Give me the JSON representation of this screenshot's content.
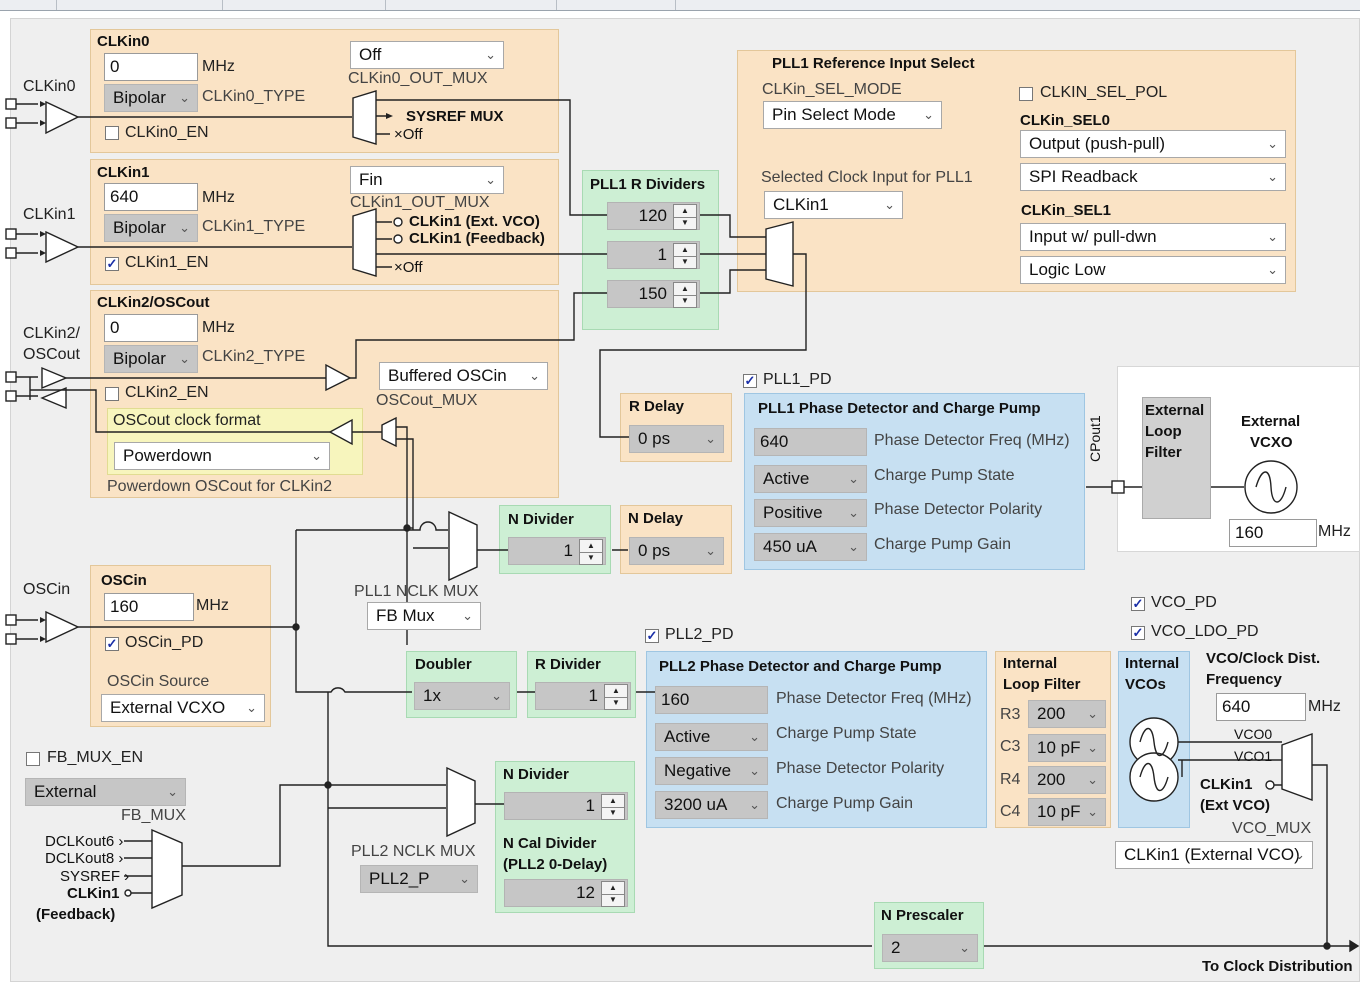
{
  "clkin0": {
    "title": "CLKin0",
    "side": "CLKin0",
    "freq": "0",
    "unit": "MHz",
    "type_sel": "Bipolar",
    "type_lbl": "CLKin0_TYPE",
    "en": "CLKin0_EN",
    "mux_sel": "Off",
    "mux_lbl": "CLKin0_OUT_MUX",
    "out1": "SYSREF MUX",
    "out2": "Off"
  },
  "clkin1": {
    "title": "CLKin1",
    "side": "CLKin1",
    "freq": "640",
    "unit": "MHz",
    "type_sel": "Bipolar",
    "type_lbl": "CLKin1_TYPE",
    "en": "CLKin1_EN",
    "mux_sel": "Fin",
    "mux_lbl": "CLKin1_OUT_MUX",
    "out1": "CLKin1 (Ext. VCO)",
    "out2": "CLKin1 (Feedback)",
    "out3": "Off"
  },
  "clkin2": {
    "title": "CLKin2/OSCout",
    "side1": "CLKin2/",
    "side2": "OSCout",
    "freq": "0",
    "unit": "MHz",
    "type_sel": "Bipolar",
    "type_lbl": "CLKin2_TYPE",
    "en": "CLKin2_EN",
    "mux_sel": "Buffered OSCin",
    "mux_lbl": "OSCout_MUX",
    "fmt_title": "OSCout clock format",
    "fmt_sel": "Powerdown",
    "note": "Powerdown OSCout for CLKin2"
  },
  "pll1_r": {
    "title": "PLL1 R Dividers",
    "v0": "120",
    "v1": "1",
    "v2": "150"
  },
  "ref_sel": {
    "title": "PLL1 Reference Input Select",
    "mode_lbl": "CLKin_SEL_MODE",
    "mode": "Pin Select Mode",
    "pol": "CLKIN_SEL_POL",
    "sel0_lbl": "CLKin_SEL0",
    "sel0_a": "Output (push-pull)",
    "sel0_b": "SPI Readback",
    "sel1_lbl": "CLKin_SEL1",
    "sel1_a": "Input w/ pull-dwn",
    "sel1_b": "Logic Low",
    "sci_lbl": "Selected Clock Input for PLL1",
    "sci": "CLKin1"
  },
  "pll1_pd": "PLL1_PD",
  "r_delay": {
    "title": "R Delay",
    "val": "0 ps"
  },
  "pll1_cp": {
    "title": "PLL1 Phase Detector and Charge Pump",
    "pdf": "640",
    "pdf_lbl": "Phase Detector Freq (MHz)",
    "state": "Active",
    "state_lbl": "Charge Pump State",
    "pol": "Positive",
    "pol_lbl": "Phase Detector Polarity",
    "gain": "450 uA",
    "gain_lbl": "Charge Pump Gain"
  },
  "cpout": "CPout1",
  "ext": {
    "lf1": "External",
    "lf2": "Loop",
    "lf3": "Filter",
    "vcxo1": "External",
    "vcxo2": "VCXO",
    "freq": "160",
    "unit": "MHz"
  },
  "n_div1": {
    "title": "N Divider",
    "val": "1"
  },
  "n_delay": {
    "title": "N Delay",
    "val": "0 ps"
  },
  "nclk1": {
    "lbl": "PLL1 NCLK MUX",
    "sel": "FB Mux"
  },
  "oscin": {
    "side": "OSCin",
    "title": "OSCin",
    "freq": "160",
    "unit": "MHz",
    "pd": "OSCin_PD",
    "src_lbl": "OSCin Source",
    "src": "External VCXO"
  },
  "pll2_pd": "PLL2_PD",
  "doubler": {
    "title": "Doubler",
    "val": "1x"
  },
  "r_div2": {
    "title": "R Divider",
    "val": "1"
  },
  "pll2_cp": {
    "title": "PLL2 Phase Detector and Charge Pump",
    "pdf": "160",
    "pdf_lbl": "Phase Detector Freq (MHz)",
    "state": "Active",
    "state_lbl": "Charge Pump State",
    "pol": "Negative",
    "pol_lbl": "Phase Detector Polarity",
    "gain": "3200 uA",
    "gain_lbl": "Charge Pump Gain"
  },
  "ilf": {
    "t1": "Internal",
    "t2": "Loop Filter",
    "r3": "R3",
    "r3v": "200",
    "c3": "C3",
    "c3v": "10 pF",
    "r4": "R4",
    "r4v": "200",
    "c4": "C4",
    "c4v": "10 pF"
  },
  "ivco": {
    "t1": "Internal",
    "t2": "VCOs"
  },
  "vco": {
    "pd": "VCO_PD",
    "ldo": "VCO_LDO_PD",
    "f1": "VCO/Clock Dist.",
    "f2": "Frequency",
    "freq": "640",
    "unit": "MHz",
    "vco0": "VCO0",
    "vco1": "VCO1",
    "clk1a": "CLKin1",
    "clk1b": "(Ext VCO)",
    "mux_lbl": "VCO_MUX",
    "mux": "CLKin1 (External VCO)"
  },
  "fb": {
    "en": "FB_MUX_EN",
    "sel": "External",
    "lbl": "FB_MUX",
    "i1": "DCLKout6",
    "i2": "DCLKout8",
    "i3": "SYSREF",
    "i4": "CLKin1",
    "i5": "(Feedback)"
  },
  "nclk2": {
    "lbl": "PLL2 NCLK MUX",
    "sel": "PLL2_P"
  },
  "n_div2": {
    "title": "N Divider",
    "val": "1"
  },
  "ncal": {
    "t1": "N Cal Divider",
    "t2": "(PLL2 0-Delay)",
    "val": "12"
  },
  "presc": {
    "title": "N Prescaler",
    "val": "2"
  },
  "dist": "To Clock Distribution"
}
